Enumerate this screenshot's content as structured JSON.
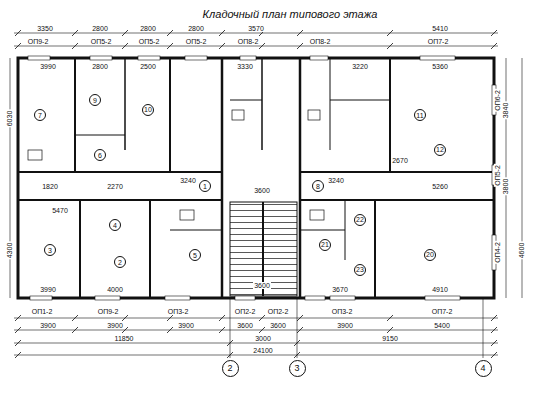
{
  "diagram": {
    "title": "Кладочный план типового этажа",
    "nodes": [
      {
        "text": [
          "7"
        ]
      },
      {
        "text": [
          "9"
        ]
      },
      {
        "text": [
          "6"
        ]
      },
      {
        "text": [
          "10"
        ]
      },
      {
        "text": [
          "1"
        ]
      },
      {
        "text": [
          "8"
        ]
      },
      {
        "text": [
          "11"
        ]
      },
      {
        "text": [
          "12"
        ]
      },
      {
        "text": [
          "3"
        ]
      },
      {
        "text": [
          "4"
        ]
      },
      {
        "text": [
          "2"
        ]
      },
      {
        "text": [
          "5"
        ]
      },
      {
        "text": [
          "21"
        ]
      },
      {
        "text": [
          "22"
        ]
      },
      {
        "text": [
          "23"
        ]
      },
      {
        "text": [
          "20"
        ]
      },
      {
        "text": [
          "2"
        ]
      },
      {
        "text": [
          "3"
        ]
      },
      {
        "text": [
          "4"
        ]
      }
    ],
    "labels": [
      "3350",
      "2800",
      "2800",
      "2800",
      "3570",
      "5410",
      "ОП9-2",
      "ОП5-2",
      "ОП5-2",
      "ОП5-2",
      "ОП8-2",
      "ОП8-2",
      "ОП7-2",
      "3990",
      "2800",
      "2500",
      "3330",
      "3220",
      "5360",
      "6030",
      "4300",
      "3840",
      "3800",
      "4600",
      "ОП6-2",
      "ОП5-2",
      "ОП4-2",
      "1820",
      "2270",
      "3240",
      "3600",
      "3240",
      "2670",
      "5260",
      "5470",
      "3990",
      "4000",
      "3600",
      "3670",
      "4910",
      "ОП1-2",
      "ОП9-2",
      "ОП3-2",
      "ОП2-2",
      "ОП2-2",
      "ОП3-2",
      "ОП7-2",
      "3900",
      "3900",
      "3900",
      "3600",
      "3600",
      "3900",
      "5400",
      "11850",
      "3000",
      "9150",
      "24100"
    ]
  }
}
